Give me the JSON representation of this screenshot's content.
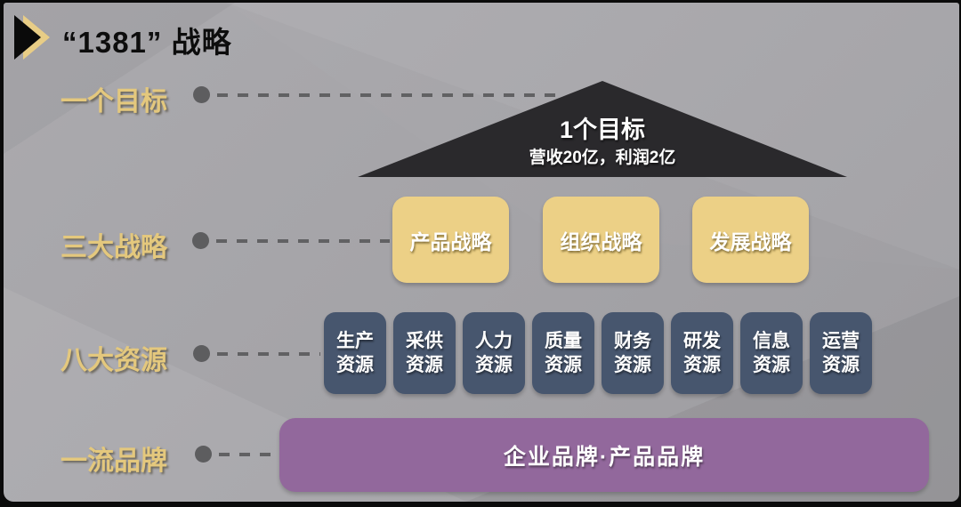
{
  "header": {
    "title": "“1381” 战略"
  },
  "rows": [
    {
      "label": "一个目标"
    },
    {
      "label": "三大战略"
    },
    {
      "label": "八大资源"
    },
    {
      "label": "一流品牌"
    }
  ],
  "goal": {
    "title": "1个目标",
    "subtitle": "营收20亿，利润2亿"
  },
  "strategies": [
    {
      "label": "产品战略"
    },
    {
      "label": "组织战略"
    },
    {
      "label": "发展战略"
    }
  ],
  "resources": [
    {
      "label": "生产\n资源"
    },
    {
      "label": "采供\n资源"
    },
    {
      "label": "人力\n资源"
    },
    {
      "label": "质量\n资源"
    },
    {
      "label": "财务\n资源"
    },
    {
      "label": "研发\n资源"
    },
    {
      "label": "信息\n资源"
    },
    {
      "label": "运营\n资源"
    }
  ],
  "brand": {
    "label": "企业品牌·产品品牌"
  },
  "colors": {
    "background_gray": "#a5a4a8",
    "gold_label": "#e4c87d",
    "goal_triangle": "#2a292c",
    "strategy_box": "#ecd086",
    "resource_box": "#47566e",
    "brand_box": "#92689c",
    "connector": "#5d5d5f",
    "title_text": "#0d0d0d",
    "box_text": "#ffffff"
  }
}
